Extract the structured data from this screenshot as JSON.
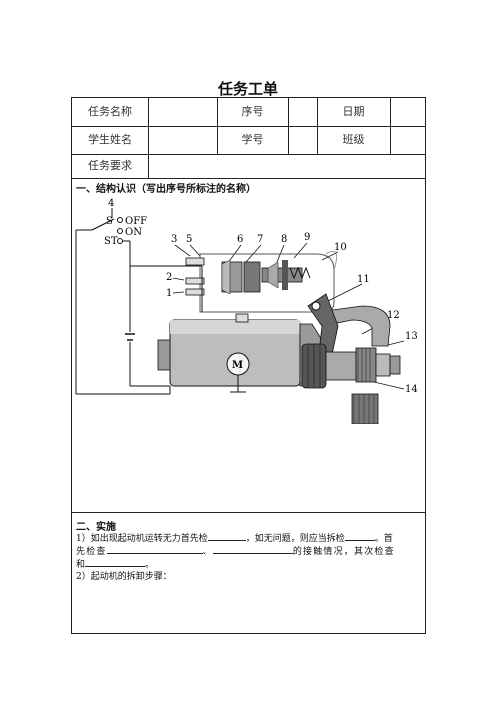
{
  "title": "任务工单",
  "form": {
    "task_name_label": "任务名称",
    "seq_label": "序号",
    "date_label": "日期",
    "student_name_label": "学生姓名",
    "student_id_label": "学号",
    "class_label": "班级",
    "requirement_label": "任务要求"
  },
  "section1": {
    "heading": "一、结构认识（写出序号所标注的名称）",
    "switch_labels": {
      "off": "OFF",
      "on": "ON",
      "st": "ST",
      "s": "S"
    },
    "motor_label": "M",
    "callouts": [
      "1",
      "2",
      "3",
      "4",
      "5",
      "6",
      "7",
      "8",
      "9",
      "10",
      "11",
      "12",
      "13",
      "14"
    ]
  },
  "section2": {
    "heading": "二、实施",
    "line1_a": "1）如出现起动机运转无力首先检",
    "line1_b": "，如无问题，则应当拆检",
    "line1_c": "。首",
    "line2_a": "先检查",
    "line2_b": "、",
    "line2_c": "的接触情况，其次检查",
    "line3_a": "和",
    "line3_b": "。",
    "line4": "2）起动机的拆卸步骤："
  }
}
